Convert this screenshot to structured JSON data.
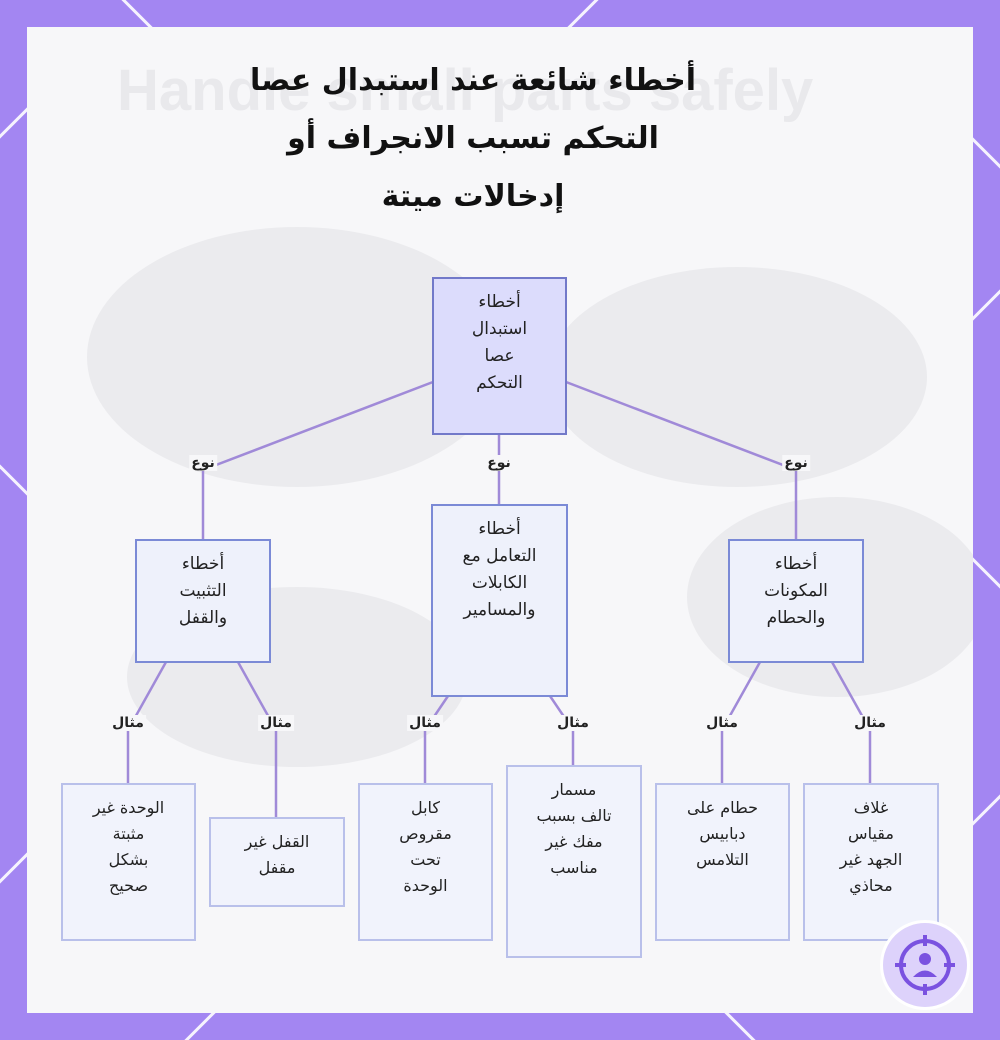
{
  "title_lines": [
    "أخطاء شائعة عند استبدال عصا",
    "التحكم تسبب الانجراف أو",
    "إدخالات ميتة"
  ],
  "background_watermark": "Handle small parts safely",
  "colors": {
    "frame": "#a386f2",
    "card": "#f7f7f9",
    "node_border": "#7b8ad6",
    "root_fill": "#dcdcfc",
    "node_fill": "#eef1fb",
    "edge": "#a08ad8"
  },
  "diagram": {
    "root": {
      "lines": [
        "أخطاء",
        "استبدال",
        "عصا",
        "التحكم"
      ]
    },
    "edge_labels": {
      "type": "نوع",
      "example": "مثال"
    },
    "categories": [
      {
        "id": "mounting",
        "lines": [
          "أخطاء",
          "التثبيت",
          "والقفل"
        ],
        "examples": [
          {
            "lines": [
              "الوحدة غير",
              "مثبتة",
              "بشكل",
              "صحيح"
            ]
          },
          {
            "lines": [
              "القفل غير",
              "مقفل"
            ]
          }
        ]
      },
      {
        "id": "cables",
        "lines": [
          "أخطاء",
          "التعامل مع",
          "الكابلات",
          "والمسامير"
        ],
        "examples": [
          {
            "lines": [
              "كابل",
              "مقروص",
              "تحت",
              "الوحدة"
            ]
          },
          {
            "lines": [
              "مسمار",
              "تالف بسبب",
              "مفك غير",
              "مناسب"
            ]
          }
        ]
      },
      {
        "id": "components",
        "lines": [
          "أخطاء",
          "المكونات",
          "والحطام"
        ],
        "examples": [
          {
            "lines": [
              "حطام على",
              "دبابيس",
              "التلامس"
            ]
          },
          {
            "lines": [
              "غلاف",
              "مقياس",
              "الجهد غير",
              "محاذي"
            ]
          }
        ]
      }
    ]
  },
  "logo_icon": "target-person-icon"
}
